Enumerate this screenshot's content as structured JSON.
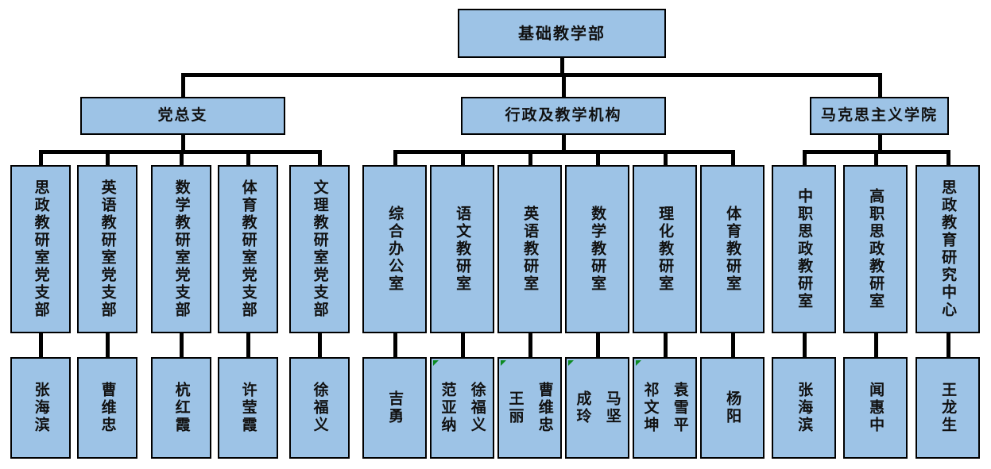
{
  "chart_meta": {
    "title": "基础教学部组织结构图",
    "type": "org-chart",
    "box_fill": "#9dc3e6",
    "box_border": "#000000",
    "connector_color": "#000000",
    "flag_color": "#0c8a22",
    "background": "#ffffff"
  },
  "root": {
    "label": "基础教学部"
  },
  "divisions": [
    {
      "label": "党总支"
    },
    {
      "label": "行政及教学机构"
    },
    {
      "label": "马克思主义学院"
    }
  ],
  "units": [
    {
      "label": "思政教研室党支部",
      "division": 0
    },
    {
      "label": "英语教研室党支部",
      "division": 0
    },
    {
      "label": "数学教研室党支部",
      "division": 0
    },
    {
      "label": "体育教研室党支部",
      "division": 0
    },
    {
      "label": "文理教研室党支部",
      "division": 0
    },
    {
      "label": "综合办公室",
      "division": 1
    },
    {
      "label": "语文教研室",
      "division": 1
    },
    {
      "label": "英语教研室",
      "division": 1
    },
    {
      "label": "数学教研室",
      "division": 1
    },
    {
      "label": "理化教研室",
      "division": 1
    },
    {
      "label": "体育教研室",
      "division": 1
    },
    {
      "label": "中职思政教研室",
      "division": 2
    },
    {
      "label": "高职思政教研室",
      "division": 2
    },
    {
      "label": "思政教育研究中心",
      "division": 2
    }
  ],
  "people": [
    {
      "names": [
        "张海滨"
      ],
      "flag": false
    },
    {
      "names": [
        "曹维忠"
      ],
      "flag": false
    },
    {
      "names": [
        "杭红霞"
      ],
      "flag": false
    },
    {
      "names": [
        "许莹霞"
      ],
      "flag": false
    },
    {
      "names": [
        "徐福义"
      ],
      "flag": false
    },
    {
      "names": [
        "吉勇"
      ],
      "flag": false
    },
    {
      "names": [
        "徐福义",
        "范亚纳"
      ],
      "flag": true
    },
    {
      "names": [
        "曹维忠",
        "王丽"
      ],
      "flag": true
    },
    {
      "names": [
        "马坚",
        "成玲"
      ],
      "flag": true
    },
    {
      "names": [
        "袁雪平",
        "祁文坤"
      ],
      "flag": true
    },
    {
      "names": [
        "杨阳"
      ],
      "flag": false
    },
    {
      "names": [
        "张海滨"
      ],
      "flag": false
    },
    {
      "names": [
        "闻惠中"
      ],
      "flag": false
    },
    {
      "names": [
        "王龙生"
      ],
      "flag": false
    }
  ]
}
